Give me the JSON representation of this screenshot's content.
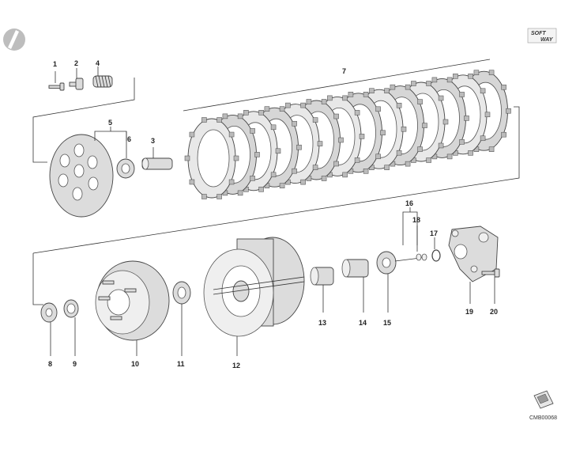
{
  "logo": {
    "line1": "SOFT",
    "line2": "WAY"
  },
  "drawing_code": "CMB00068",
  "callouts": {
    "c1": "1",
    "c2": "2",
    "c3": "3",
    "c4": "4",
    "c5": "5",
    "c6": "6",
    "c7": "7",
    "c8": "8",
    "c9": "9",
    "c10": "10",
    "c11": "11",
    "c12": "12",
    "c13": "13",
    "c14": "14",
    "c15": "15",
    "c16": "16",
    "c17": "17",
    "c18": "18",
    "c19": "19",
    "c20": "20"
  },
  "icons": {
    "corner_mark": "disc-icon",
    "book": "book-icon"
  }
}
